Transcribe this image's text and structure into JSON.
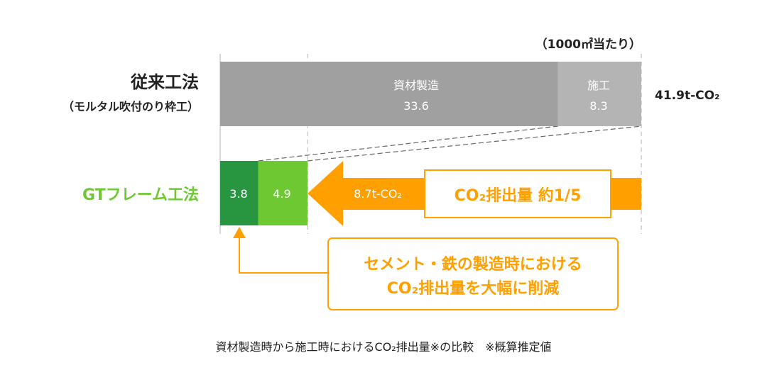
{
  "chart_data": {
    "type": "bar",
    "orientation": "horizontal-stacked",
    "unit_note": "（1000㎡当たり）",
    "categories": [
      {
        "name": "従来工法",
        "sub": "（モルタル吹付のり枠工）",
        "total_label": "41.9t-CO₂"
      },
      {
        "name": "GTフレーム工法",
        "total_label": "8.7t-CO₂"
      }
    ],
    "series": [
      {
        "category": "従来工法",
        "segments": [
          {
            "label": "資材製造",
            "value": 33.6,
            "value_label": "33.6",
            "color": "#a0a0a0"
          },
          {
            "label": "施工",
            "value": 8.3,
            "value_label": "8.3",
            "color": "#b4b4b4"
          }
        ]
      },
      {
        "category": "GTフレーム工法",
        "segments": [
          {
            "label": "",
            "value": 3.8,
            "value_label": "3.8",
            "color": "#289640"
          },
          {
            "label": "",
            "value": 4.9,
            "value_label": "4.9",
            "color": "#6ec832"
          }
        ]
      }
    ],
    "xlim": [
      0,
      41.9
    ],
    "annotations": {
      "reduction": "CO₂排出量 約1/5",
      "callout_line1": "セメント・鉄の製造時における",
      "callout_line2": "CO₂排出量を大幅に削減"
    },
    "caption": "資材製造時から施工時におけるCO₂排出量※の比較　※概算推定値"
  },
  "colors": {
    "orange": "#ff9f00",
    "green_label": "#6ec832",
    "text": "#222222"
  }
}
